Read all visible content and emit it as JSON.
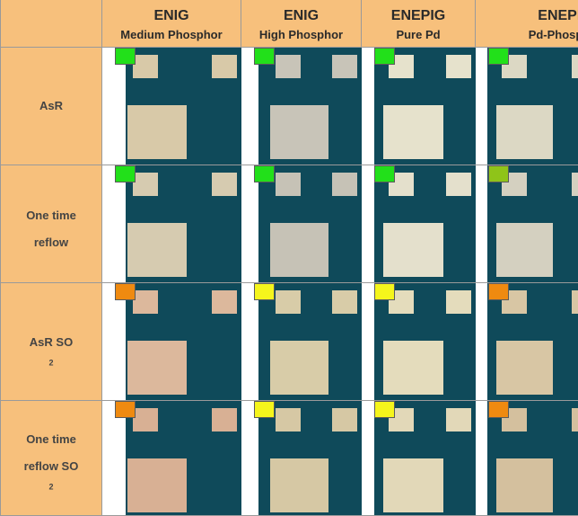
{
  "columns": [
    {
      "line1": "ENIG",
      "line2": "Medium Phosphor"
    },
    {
      "line1": "ENIG",
      "line2": "High Phosphor"
    },
    {
      "line1": "ENEPIG",
      "line2": "Pure Pd"
    },
    {
      "line1": "ENEPIG",
      "line2": "Pd-Phosphor"
    }
  ],
  "rows": [
    {
      "label": "AsR",
      "label2": "",
      "suffix": "",
      "subscript": ""
    },
    {
      "label": "One time",
      "label2": "reflow",
      "suffix": "",
      "subscript": ""
    },
    {
      "label": "",
      "label2": "AsR SO",
      "suffix": "",
      "subscript": "2"
    },
    {
      "label": "One time",
      "label2": "reflow SO",
      "suffix": "",
      "subscript": "2"
    }
  ],
  "colors": {
    "header_bg": "#f7c07c",
    "board": "#0f4a5a",
    "rating_good": "#22e01a",
    "rating_fair": "#8fc419",
    "rating_moderate": "#f5f51c",
    "rating_poor": "#ef8a10"
  },
  "ratings": [
    [
      "#22e01a",
      "#22e01a",
      "#22e01a",
      "#22e01a"
    ],
    [
      "#22e01a",
      "#22e01a",
      "#22e01a",
      "#8fc419"
    ],
    [
      "#ef8a10",
      "#f5f51c",
      "#f5f51c",
      "#ef8a10"
    ],
    [
      "#ef8a10",
      "#f5f51c",
      "#f5f51c",
      "#ef8a10"
    ]
  ],
  "pad_colors": [
    [
      "#d8c9a8",
      "#c8c4b8",
      "#e6e2cc",
      "#dcd8c4"
    ],
    [
      "#d6cbb0",
      "#c6c2b6",
      "#e4e0cc",
      "#d4d0c0"
    ],
    [
      "#dcb89c",
      "#d8cca8",
      "#e4dcbc",
      "#d8c6a4"
    ],
    [
      "#d8b094",
      "#d6c8a4",
      "#e2d8b8",
      "#d4c09e"
    ]
  ]
}
